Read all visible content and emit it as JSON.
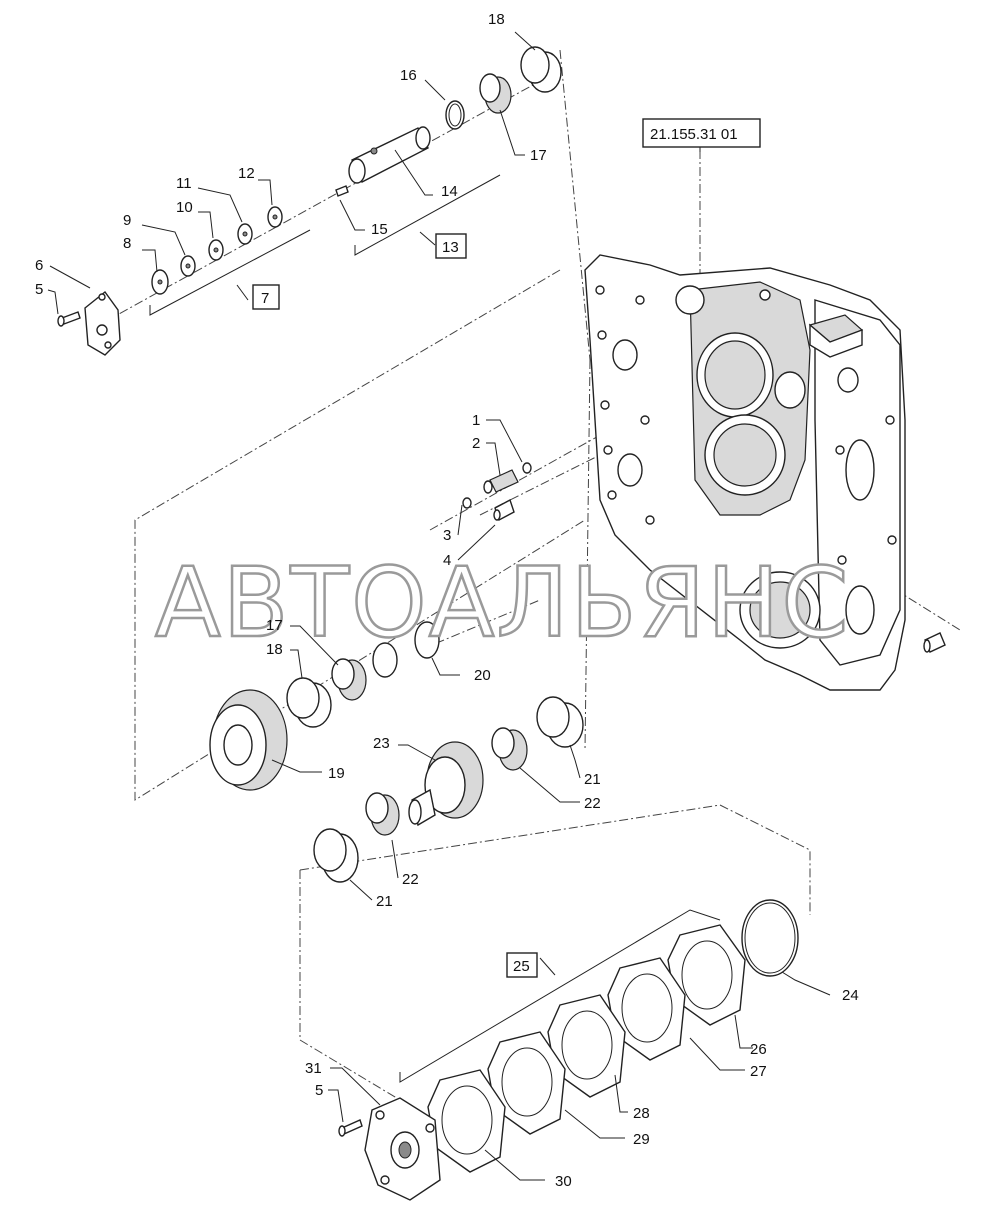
{
  "diagram": {
    "reference": "21.155.31 01",
    "watermark": "АВТОАЛЬЯНС",
    "callouts": [
      {
        "id": "c1",
        "text": "1"
      },
      {
        "id": "c2",
        "text": "2"
      },
      {
        "id": "c3",
        "text": "3"
      },
      {
        "id": "c4",
        "text": "4"
      },
      {
        "id": "c5a",
        "text": "5"
      },
      {
        "id": "c5b",
        "text": "5"
      },
      {
        "id": "c6",
        "text": "6"
      },
      {
        "id": "c8",
        "text": "8"
      },
      {
        "id": "c9",
        "text": "9"
      },
      {
        "id": "c10",
        "text": "10"
      },
      {
        "id": "c11",
        "text": "11"
      },
      {
        "id": "c12",
        "text": "12"
      },
      {
        "id": "c14",
        "text": "14"
      },
      {
        "id": "c15",
        "text": "15"
      },
      {
        "id": "c16",
        "text": "16"
      },
      {
        "id": "c17a",
        "text": "17"
      },
      {
        "id": "c17b",
        "text": "17"
      },
      {
        "id": "c18a",
        "text": "18"
      },
      {
        "id": "c18b",
        "text": "18"
      },
      {
        "id": "c19",
        "text": "19"
      },
      {
        "id": "c20",
        "text": "20"
      },
      {
        "id": "c21a",
        "text": "21"
      },
      {
        "id": "c21b",
        "text": "21"
      },
      {
        "id": "c22a",
        "text": "22"
      },
      {
        "id": "c22b",
        "text": "22"
      },
      {
        "id": "c23",
        "text": "23"
      },
      {
        "id": "c24",
        "text": "24"
      },
      {
        "id": "c26",
        "text": "26"
      },
      {
        "id": "c27",
        "text": "27"
      },
      {
        "id": "c28",
        "text": "28"
      },
      {
        "id": "c29",
        "text": "29"
      },
      {
        "id": "c30",
        "text": "30"
      },
      {
        "id": "c31",
        "text": "31"
      }
    ],
    "boxed_callouts": [
      {
        "id": "b7",
        "text": "7"
      },
      {
        "id": "b13",
        "text": "13"
      },
      {
        "id": "b25",
        "text": "25"
      }
    ]
  }
}
